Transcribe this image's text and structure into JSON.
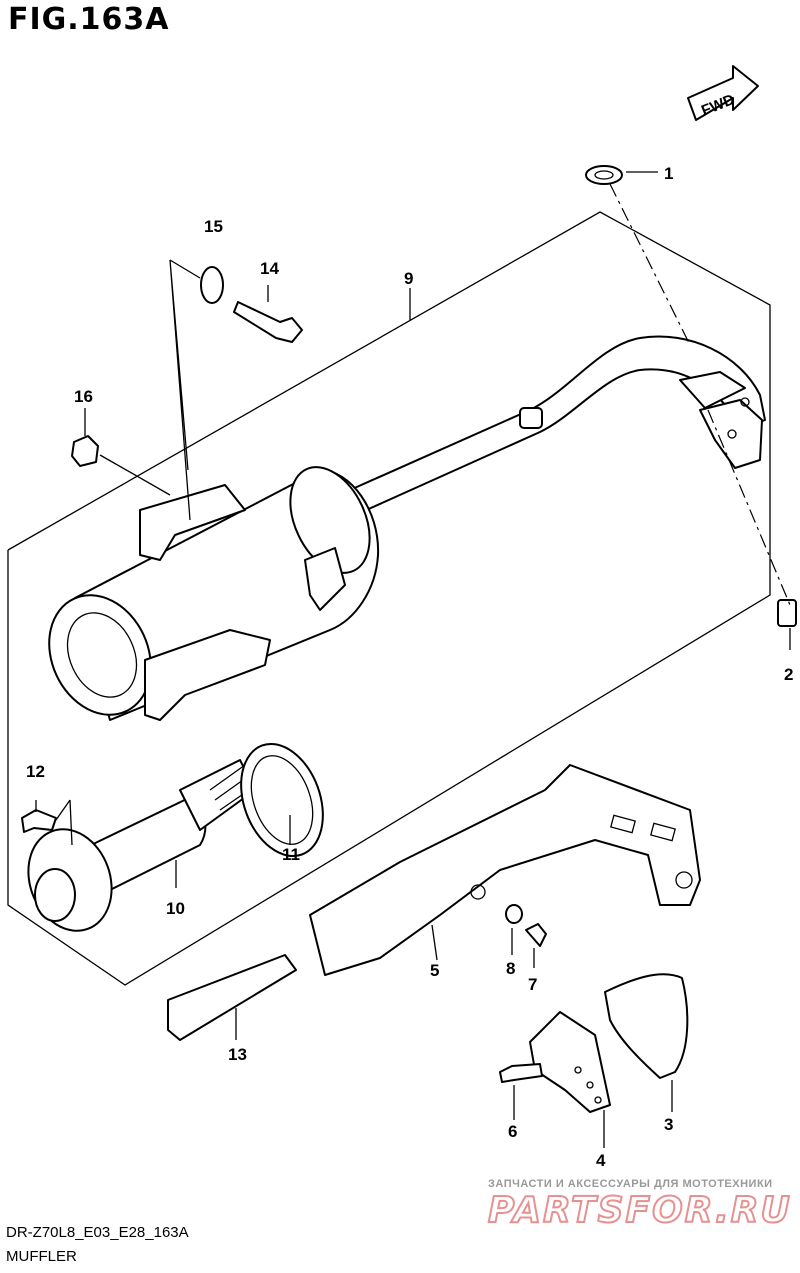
{
  "figure": {
    "title": "FIG.163A",
    "code": "DR-Z70L8_E03_E28_163A",
    "name": "MUFFLER"
  },
  "fwd_label": "FWD",
  "callouts": [
    "1",
    "2",
    "3",
    "4",
    "5",
    "6",
    "7",
    "8",
    "9",
    "10",
    "11",
    "12",
    "13",
    "14",
    "15",
    "16"
  ],
  "watermark": {
    "tagline": "ЗАПЧАСТИ И АКСЕССУАРЫ ДЛЯ МОТОТЕХНИКИ",
    "brand": "PARTSFOR.RU"
  }
}
